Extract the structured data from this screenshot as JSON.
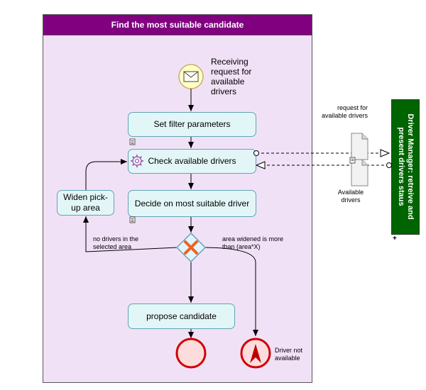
{
  "pool": {
    "title": "Find the most suitable candidate"
  },
  "start_event": {
    "label": "Receiving request for available drivers"
  },
  "tasks": {
    "set_filter": "Set filter parameters",
    "check_drivers": "Check available drivers",
    "decide": "Decide on most suitable driver",
    "widen": "Widen pick-up area",
    "propose": "propose candidate"
  },
  "flows": {
    "no_drivers": "no drivers in the selected area",
    "area_widened": "area widened is more than (area*X)"
  },
  "end_events": {
    "error_label": "Driver not available"
  },
  "data_objects": {
    "request": "request for available drivers",
    "available": "Available drivers"
  },
  "external_pool": {
    "title": "Driver Manager: retreive and present drivers staus"
  },
  "colors": {
    "pool_header": "#800080",
    "pool_fill": "#f1e1f7",
    "task_fill": "#e3f6f7",
    "external_pool": "#006400",
    "gateway_x": "#f06020",
    "end_event": "#d10000"
  }
}
